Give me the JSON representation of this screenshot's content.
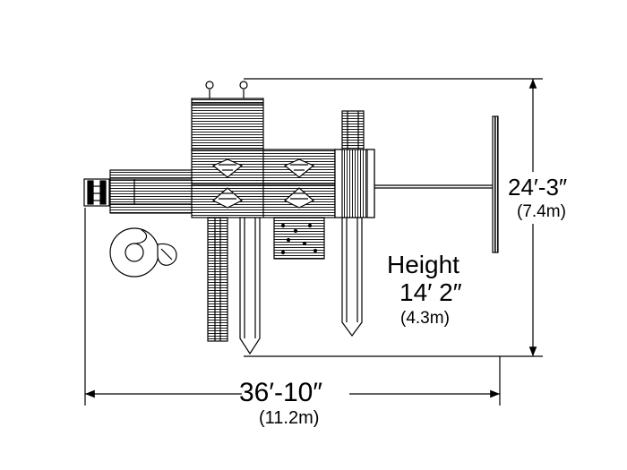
{
  "dimensions": {
    "depth": "24′-3″",
    "depth_metric": "(7.4m)",
    "width": "36′-10″",
    "width_metric": "(11.2m)"
  },
  "height": {
    "title": "Height",
    "value": "14′ 2″",
    "metric": "(4.3m)"
  }
}
